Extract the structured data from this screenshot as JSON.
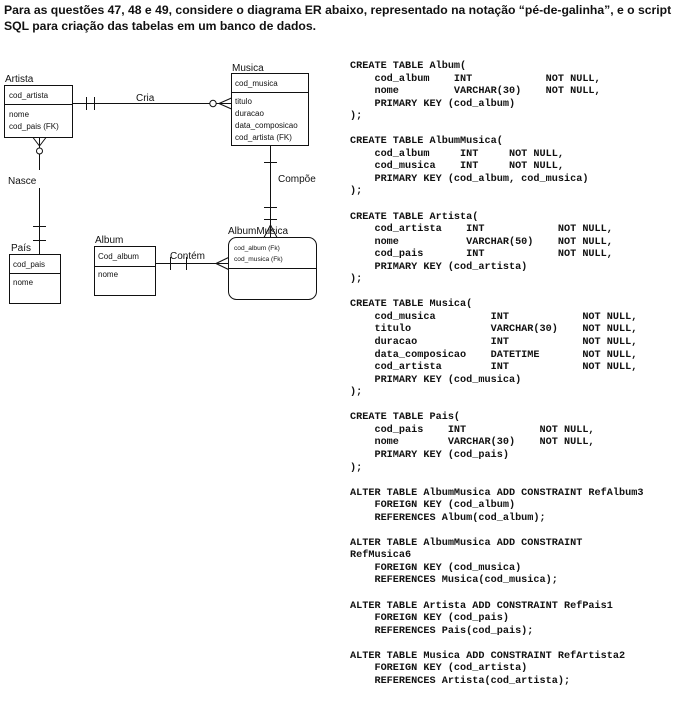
{
  "intro": {
    "line1": "Para as questões 47, 48 e 49, considere o diagrama ER abaixo, representado na notação “pé-de-galinha”, e o script",
    "line2": "SQL para criação das tabelas em um banco de dados."
  },
  "diagram": {
    "entities": {
      "artista": {
        "name": "Artista",
        "key": "cod_artista",
        "attrs": [
          "nome",
          "cod_pais (FK)"
        ]
      },
      "musica": {
        "name": "Musica",
        "key": "cod_musica",
        "attrs": [
          "titulo",
          "duracao",
          "data_composicao",
          "cod_artista (FK)"
        ]
      },
      "pais": {
        "name": "País",
        "key": "cod_pais",
        "attrs": [
          "nome"
        ]
      },
      "album": {
        "name": "Album",
        "key": "Cod_album",
        "attrs": [
          "nome"
        ]
      },
      "albummusica": {
        "name": "AlbumMusica",
        "keys": [
          "cod_album (Fk)",
          "cod_musica (Fk)"
        ]
      }
    },
    "relationships": {
      "cria": "Cria",
      "nasce": "Nasce",
      "compoe": "Compõe",
      "contem": "Contém"
    }
  },
  "sql_lines": [
    "CREATE TABLE Album(",
    "    cod_album    INT            NOT NULL,",
    "    nome         VARCHAR(30)    NOT NULL,",
    "    PRIMARY KEY (cod_album)",
    ");",
    "",
    "CREATE TABLE AlbumMusica(",
    "    cod_album     INT     NOT NULL,",
    "    cod_musica    INT     NOT NULL,",
    "    PRIMARY KEY (cod_album, cod_musica)",
    ");",
    "",
    "CREATE TABLE Artista(",
    "    cod_artista    INT            NOT NULL,",
    "    nome           VARCHAR(50)    NOT NULL,",
    "    cod_pais       INT            NOT NULL,",
    "    PRIMARY KEY (cod_artista)",
    ");",
    "",
    "CREATE TABLE Musica(",
    "    cod_musica         INT            NOT NULL,",
    "    titulo             VARCHAR(30)    NOT NULL,",
    "    duracao            INT            NOT NULL,",
    "    data_composicao    DATETIME       NOT NULL,",
    "    cod_artista        INT            NOT NULL,",
    "    PRIMARY KEY (cod_musica)",
    ");",
    "",
    "CREATE TABLE Pais(",
    "    cod_pais    INT            NOT NULL,",
    "    nome        VARCHAR(30)    NOT NULL,",
    "    PRIMARY KEY (cod_pais)",
    ");",
    "",
    "ALTER TABLE AlbumMusica ADD CONSTRAINT RefAlbum3",
    "    FOREIGN KEY (cod_album)",
    "    REFERENCES Album(cod_album);",
    "",
    "ALTER TABLE AlbumMusica ADD CONSTRAINT",
    "RefMusica6",
    "    FOREIGN KEY (cod_musica)",
    "    REFERENCES Musica(cod_musica);",
    "",
    "ALTER TABLE Artista ADD CONSTRAINT RefPais1",
    "    FOREIGN KEY (cod_pais)",
    "    REFERENCES Pais(cod_pais);",
    "",
    "ALTER TABLE Musica ADD CONSTRAINT RefArtista2",
    "    FOREIGN KEY (cod_artista)",
    "    REFERENCES Artista(cod_artista);"
  ]
}
